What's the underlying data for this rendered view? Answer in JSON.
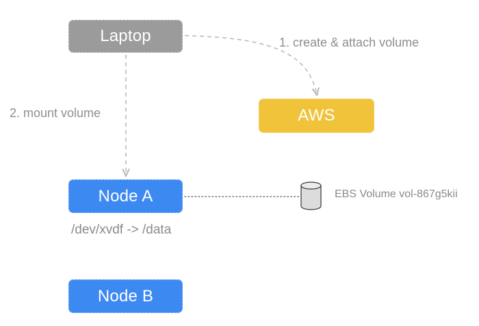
{
  "nodes": {
    "laptop": "Laptop",
    "aws": "AWS",
    "node_a": "Node A",
    "node_b": "Node B"
  },
  "edges": {
    "create_attach": "1. create & attach volume",
    "mount_volume": "2. mount volume"
  },
  "annotations": {
    "mount_path": "/dev/xvdf -> /data",
    "ebs_volume": "EBS Volume vol-867g5kii"
  },
  "colors": {
    "laptop": "#9b9b9b",
    "aws": "#f0c33b",
    "node": "#3d89f2",
    "connector": "#b5b5b5",
    "label": "#8e8e8e"
  }
}
